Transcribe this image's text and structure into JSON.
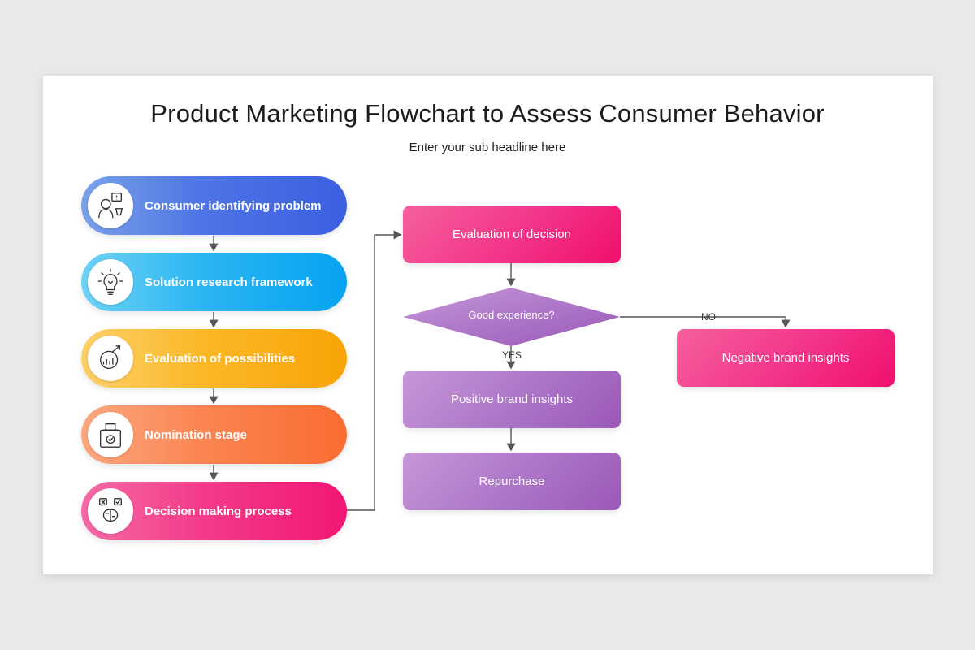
{
  "title": "Product Marketing Flowchart to Assess Consumer Behavior",
  "subtitle": "Enter your sub headline here",
  "stages": [
    {
      "label": "Consumer identifying problem",
      "icon": "person-thinking-icon",
      "color": "#4f74e6"
    },
    {
      "label": "Solution research framework",
      "icon": "lightbulb-icon",
      "color": "#2bb6f3"
    },
    {
      "label": "Evaluation of possibilities",
      "icon": "growth-chart-icon",
      "color": "#fbb828"
    },
    {
      "label": "Nomination stage",
      "icon": "ballot-box-icon",
      "color": "#fb8552"
    },
    {
      "label": "Decision making process",
      "icon": "brain-choices-icon",
      "color": "#f43b89"
    }
  ],
  "flow": {
    "evaluation": "Evaluation of decision",
    "question": "Good experience?",
    "yes_label": "YES",
    "no_label": "NO",
    "positive": "Positive brand insights",
    "negative": "Negative brand insights",
    "repurchase": "Repurchase"
  },
  "colors": {
    "pink": "#f3378a",
    "purple": "#ae77c9",
    "connector": "#555555"
  }
}
